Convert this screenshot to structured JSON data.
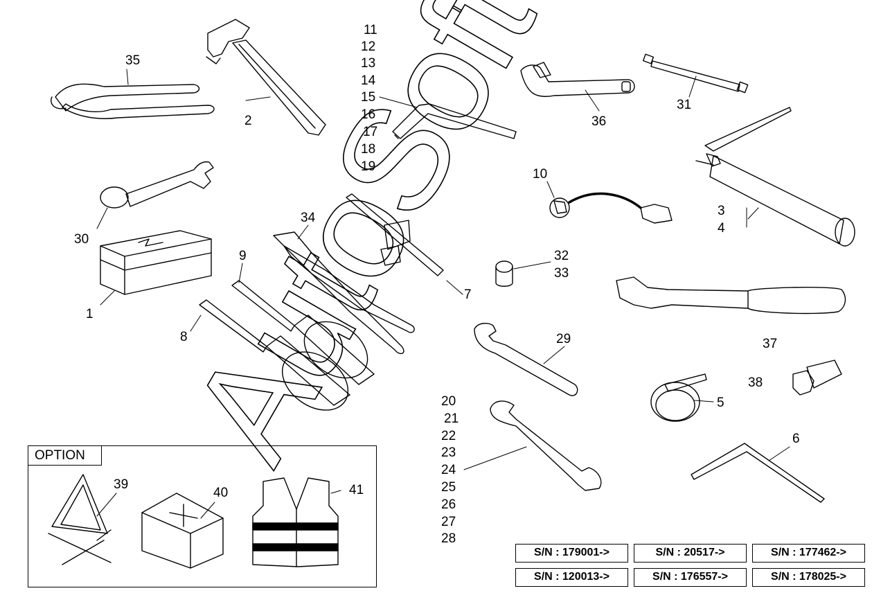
{
  "labels": {
    "l1": "1",
    "l2": "2",
    "l3": "3",
    "l4": "4",
    "l5": "5",
    "l6": "6",
    "l7": "7",
    "l8": "8",
    "l9": "9",
    "l10": "10",
    "l11": "11",
    "l12": "12",
    "l13": "13",
    "l14": "14",
    "l15": "15",
    "l16": "16",
    "l17": "17",
    "l18": "18",
    "l19": "19",
    "l20": "20",
    "l21": "21",
    "l22": "22",
    "l23": "23",
    "l24": "24",
    "l25": "25",
    "l26": "26",
    "l27": "27",
    "l28": "28",
    "l29": "29",
    "l30": "30",
    "l31": "31",
    "l32": "32",
    "l33": "33",
    "l34": "34",
    "l35": "35",
    "l36": "36",
    "l37": "37",
    "l38": "38",
    "l39": "39",
    "l40": "40",
    "l41": "41"
  },
  "option": {
    "title": "OPTION"
  },
  "serials": [
    "S/N : 179001->",
    "S/N : 20517->",
    "S/N : 177462->",
    "S/N : 120013->",
    "S/N : 176557->",
    "S/N : 178025->"
  ],
  "watermark": "AutoSoft"
}
